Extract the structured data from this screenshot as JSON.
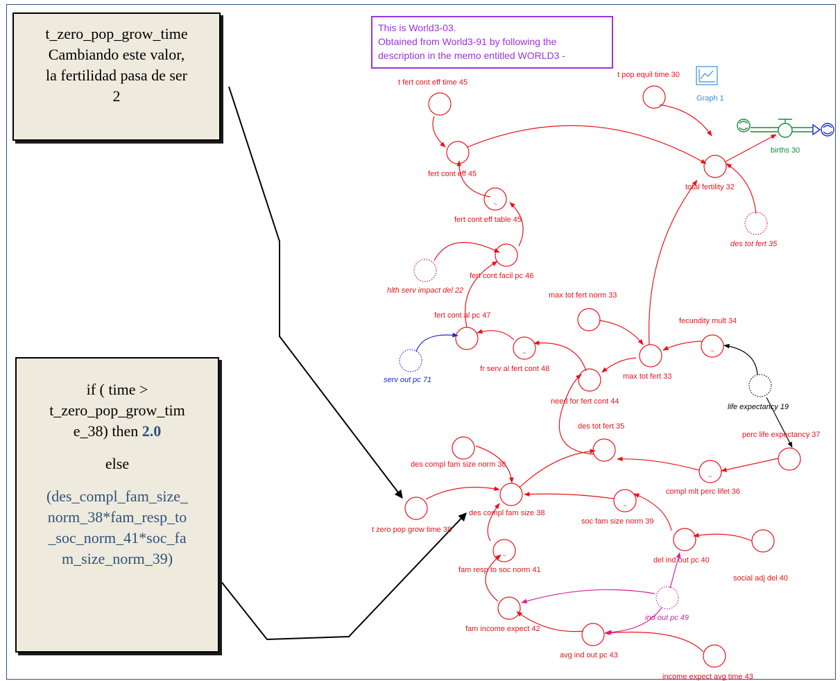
{
  "notes": {
    "note1": [
      "t_zero_pop_grow_time",
      "Cambiando este valor,",
      "la fertilidad pasa de ser",
      "2"
    ],
    "note2": {
      "cond1": "if ( time >",
      "cond2": "t_zero_pop_grow_tim",
      "cond3a": "e_38) then ",
      "cond3b": "2.0",
      "else": "else",
      "expr": [
        "(des_compl_fam_size_",
        "norm_38*fam_resp_to",
        "_soc_norm_41*soc_fa",
        "m_size_norm_39)"
      ]
    }
  },
  "comment": [
    "This is World3-03.",
    "Obtained from World3-91 by following the",
    "description in the memo entitled WORLD3 -"
  ],
  "graph_label": "Graph 1",
  "colors": {
    "red": "#e8131b",
    "blue": "#1b25d6",
    "magenta": "#d4209f",
    "green": "#138a3e",
    "black": "#000000",
    "purple": "#9b33d9"
  },
  "variables": {
    "t_fert_cont_eff_time": "t fert cont eff time 45",
    "fert_cont_eff": "fert cont eff 45",
    "fert_cont_eff_table": "fert cont eff table 45",
    "hlth_serv_impact_del": "hlth serv impact del 22",
    "fert_cont_facil_pc": "fert cont facil pc 46",
    "fert_cont_al_pc": "fert cont al pc 47",
    "serv_out_pc": "serv out pc 71",
    "fr_serv_al_fert_cont": "fr serv al fert cont 48",
    "need_for_fert_cont": "need for fert cont 44",
    "max_tot_fert_norm": "max tot fert norm 33",
    "max_tot_fert": "max tot fert 33",
    "fecundity_mult": "fecundity mult 34",
    "life_expectancy": "life expectancy 19",
    "perc_life_expectancy": "perc life expectancy 37",
    "des_tot_fert": "des tot fert 35",
    "des_tot_fert_shadow": "des tot fert 35",
    "compl_mlt_perc_lifet": "compl mlt perc lifet 36",
    "des_compl_fam_size_norm": "des compl fam size norm 38",
    "des_compl_fam_size": "des compl fam size 38",
    "t_zero_pop_grow_time": "t zero pop grow time 38",
    "soc_fam_size_norm": "soc fam size norm 39",
    "del_ind_out_pc": "del ind out pc 40",
    "social_adj_del": "social adj del 40",
    "fam_resp_to_soc_norm": "fam resp to soc norm 41",
    "ind_out_pc": "ind out pc 49",
    "fam_income_expect": "fam income expect 42",
    "avg_ind_out_pc": "avg ind out pc 43",
    "income_expect_avg_time": "income expect avg time 43",
    "t_pop_equil_time": "t pop equil time 30",
    "total_fertility": "total fertility 32",
    "births": "births 30"
  }
}
